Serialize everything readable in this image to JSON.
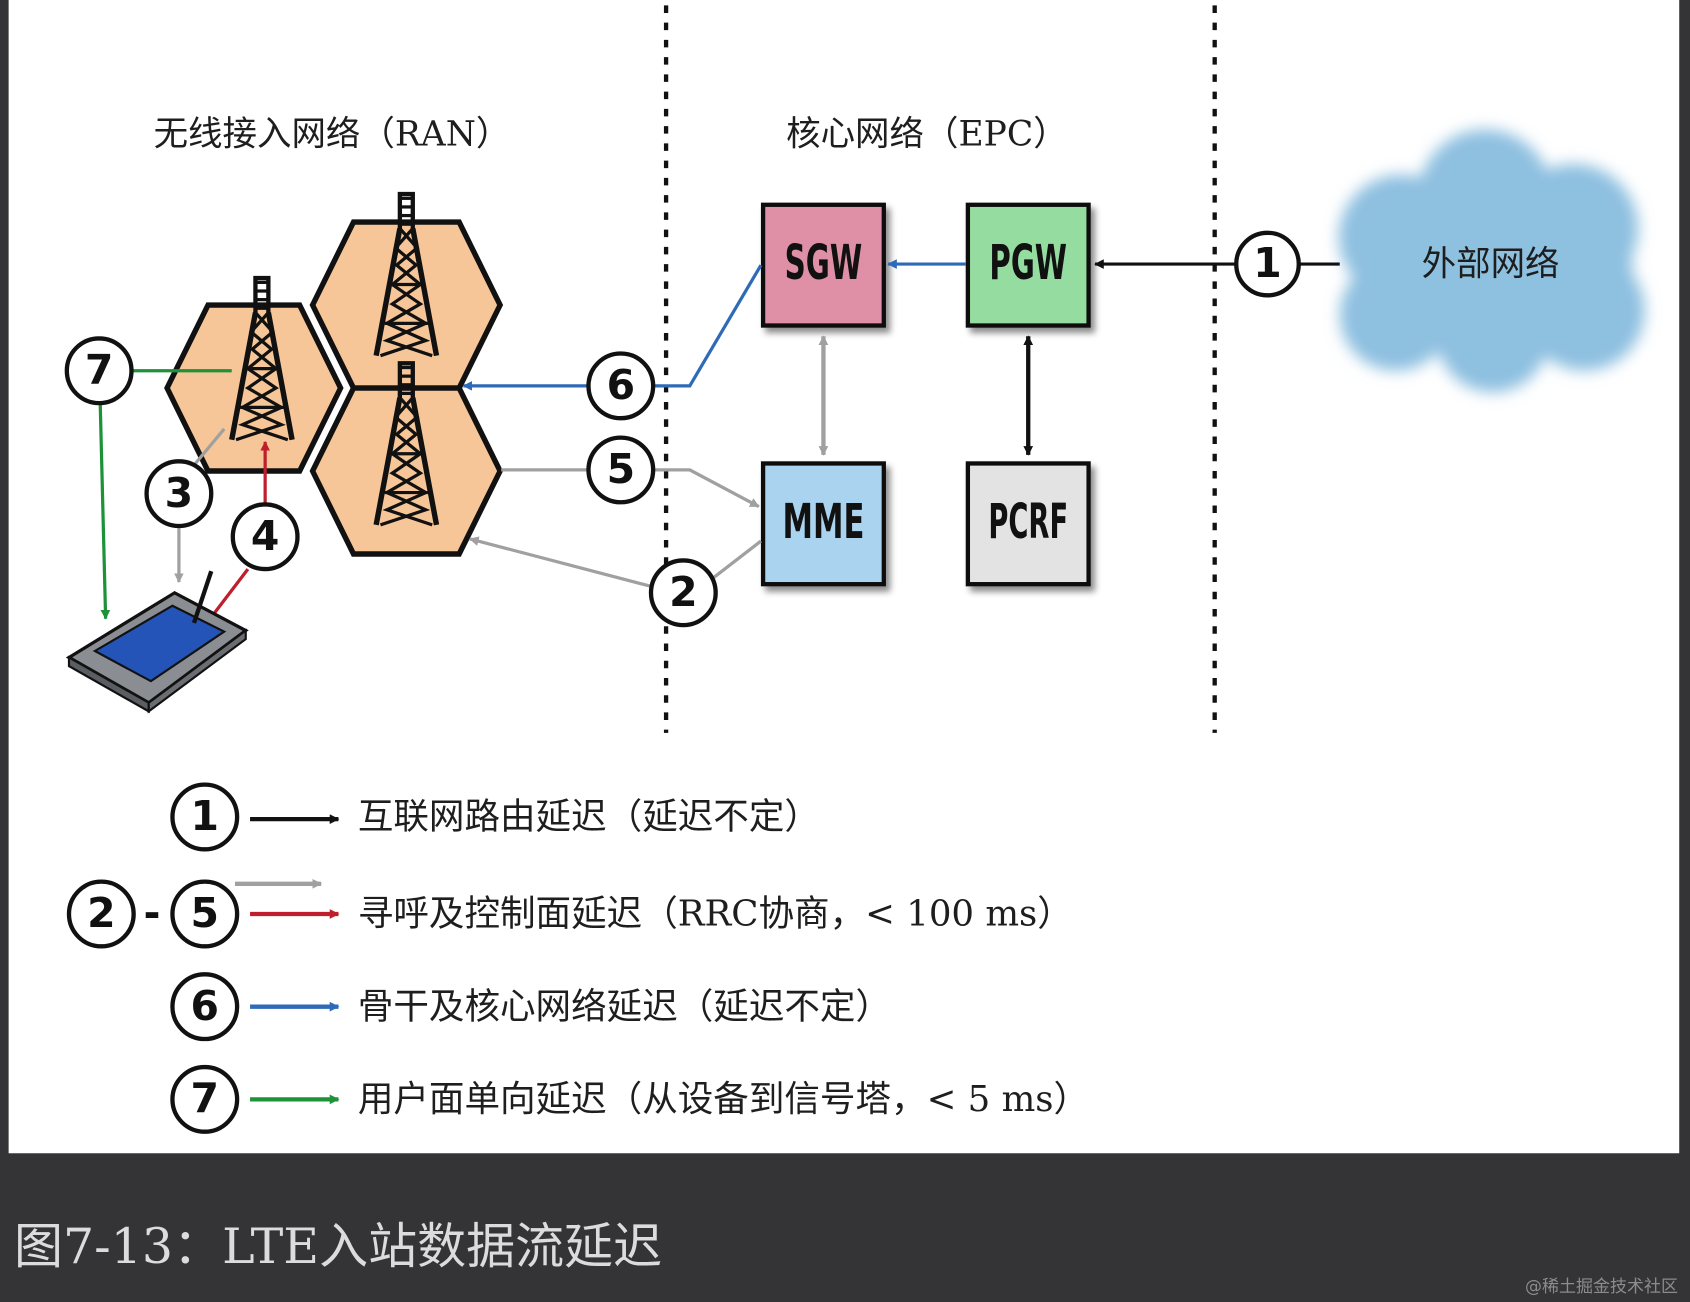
{
  "diagram": {
    "regions": {
      "ran": "无线接入网络（RAN）",
      "epc": "核心网络（EPC）"
    },
    "nodes": {
      "sgw": "SGW",
      "pgw": "PGW",
      "mme": "MME",
      "pcrf": "PCRF",
      "external": "外部网络"
    },
    "markers": {
      "m1": "1",
      "m2": "2",
      "m3": "3",
      "m4": "4",
      "m5": "5",
      "m6": "6",
      "m7": "7"
    },
    "colors": {
      "sgw": "#df90a6",
      "pgw": "#95dca1",
      "mme": "#a9d3ee",
      "pcrf": "#e3e3e3",
      "cell": "#f6c698",
      "cloud": "#8ec0e0",
      "internet": "#111111",
      "control": "#a0a0a0",
      "paging": "#bf1f2d",
      "backbone": "#2e6ab8",
      "user_plane": "#1e9238"
    },
    "icons": {
      "tower": "cell-tower-icon",
      "device": "tablet-device-icon",
      "cloud": "cloud-icon"
    }
  },
  "legend": {
    "r1": {
      "marker": "1",
      "text": "互联网路由延迟（延迟不定）"
    },
    "r2": {
      "marker_from": "2",
      "dash": "-",
      "marker_to": "5",
      "text": "寻呼及控制面延迟（RRC协商，< 100 ms）"
    },
    "r3": {
      "marker": "6",
      "text": "骨干及核心网络延迟（延迟不定）"
    },
    "r4": {
      "marker": "7",
      "text": "用户面单向延迟（从设备到信号塔，< 5 ms）"
    }
  },
  "caption": "图7-13：LTE入站数据流延迟",
  "watermark": "@稀土掘金技术社区"
}
